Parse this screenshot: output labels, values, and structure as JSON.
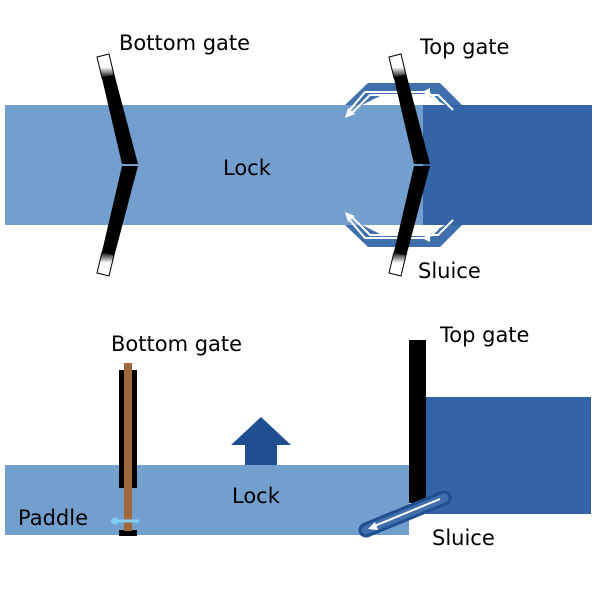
{
  "colors": {
    "lock_water": "#739fcf",
    "upper_water": "#3364a6",
    "channel": "#3f6fad",
    "arrow_up": "#1f4f91",
    "wood": "#a0683a",
    "gate": "#000000",
    "flow_arrow": "#ffffff"
  },
  "plan_view": {
    "bottom_gate_label": "Bottom gate",
    "top_gate_label": "Top gate",
    "lock_label": "Lock",
    "sluice_label": "Sluice"
  },
  "side_view": {
    "bottom_gate_label": "Bottom gate",
    "top_gate_label": "Top gate",
    "lock_label": "Lock",
    "paddle_label": "Paddle",
    "sluice_label": "Sluice"
  }
}
